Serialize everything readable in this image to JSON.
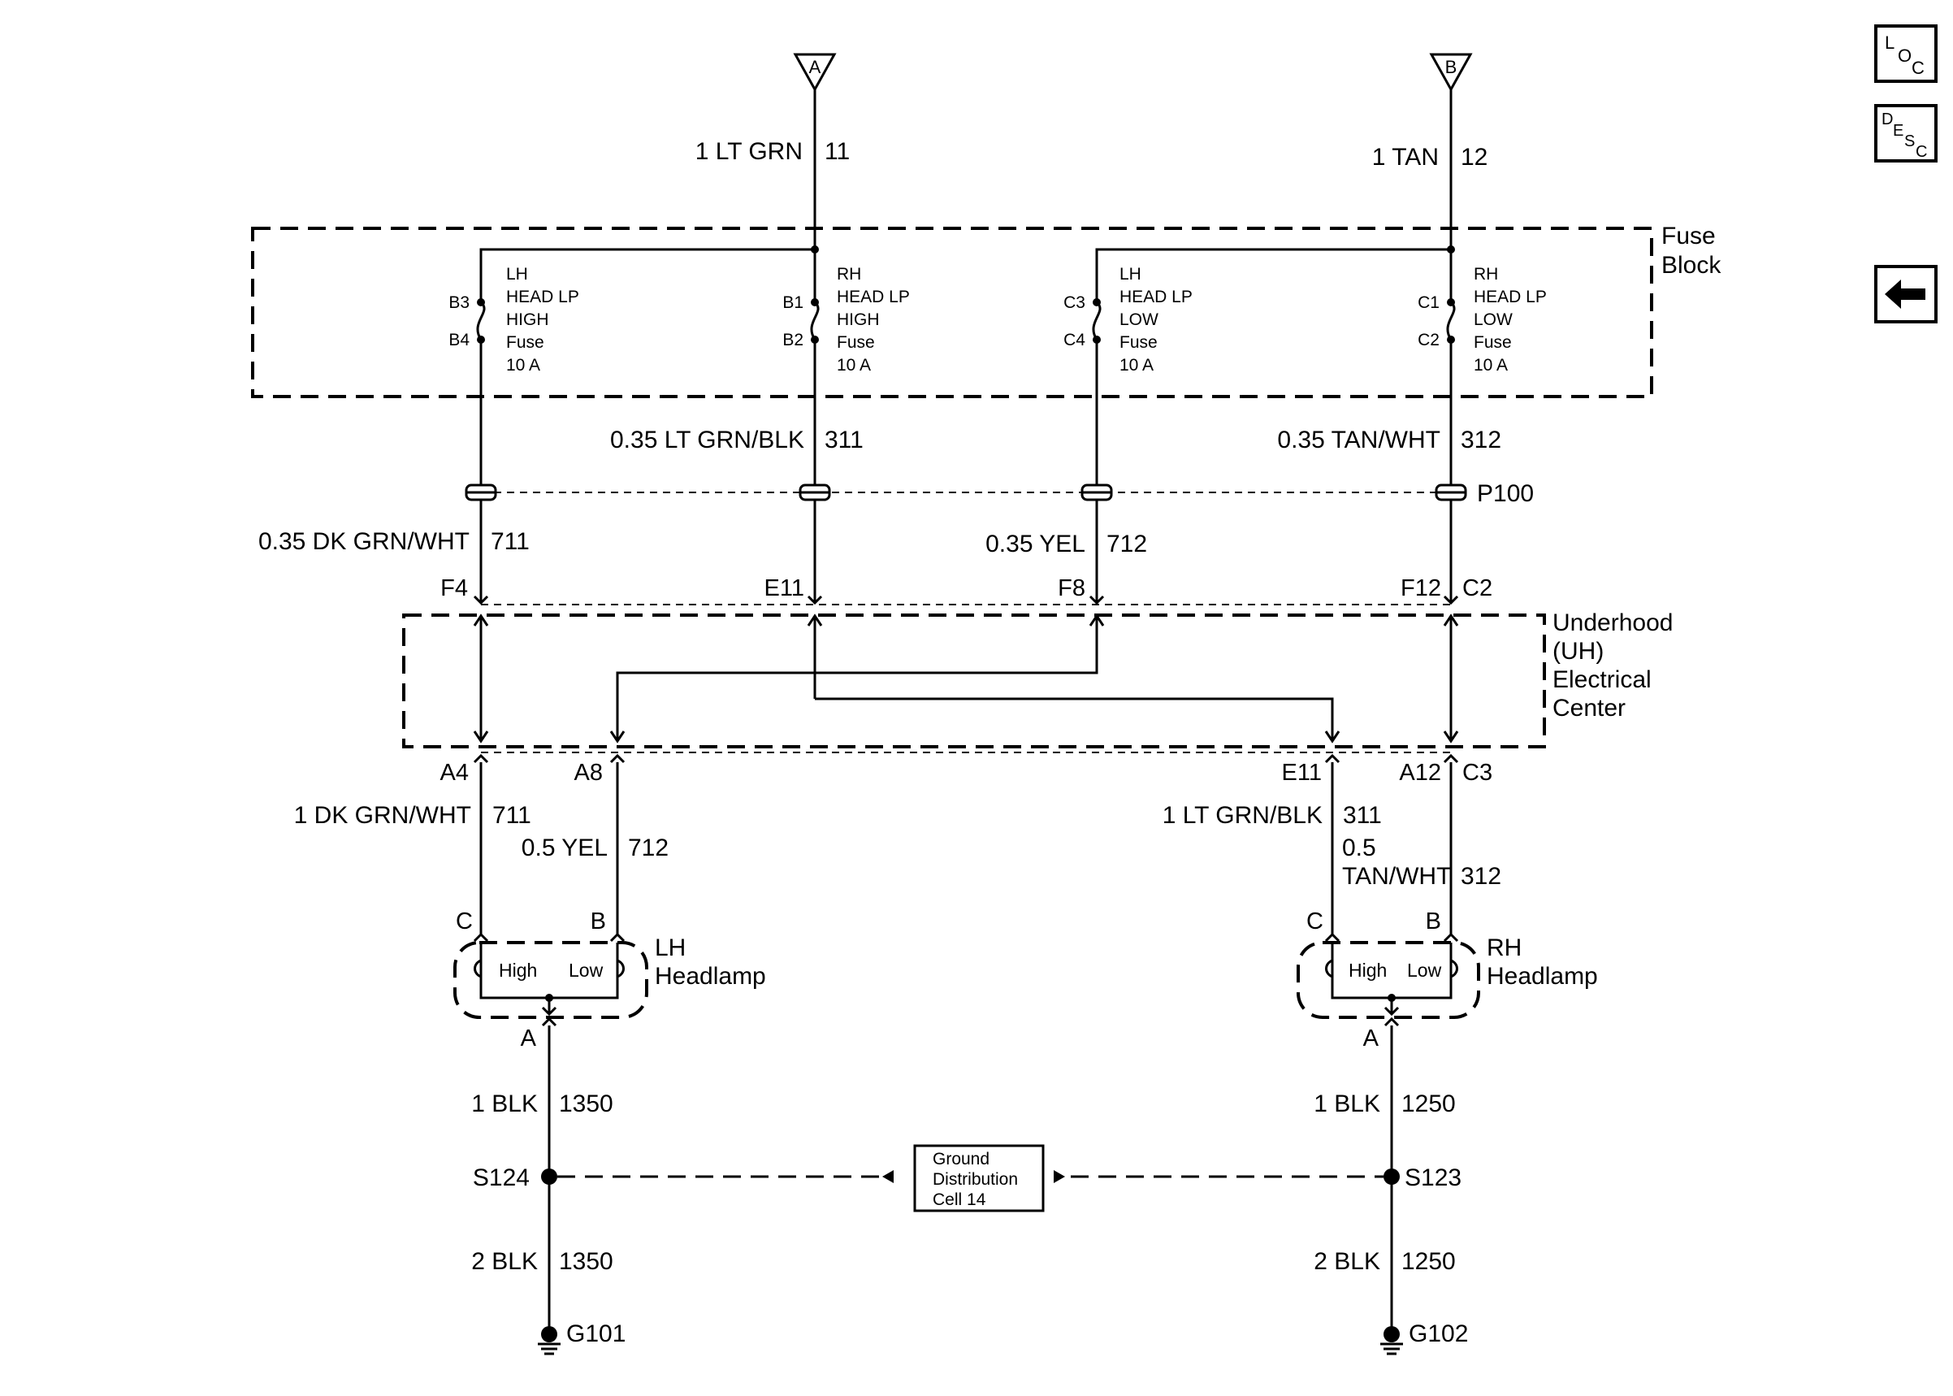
{
  "sources": {
    "a": "A",
    "b": "B"
  },
  "wires": {
    "feed_a_label": "1 LT GRN",
    "feed_a_circuit": "11",
    "feed_b_label": "1 TAN",
    "feed_b_circuit": "12",
    "w311_label": "0.35 LT GRN/BLK",
    "w311_circuit": "311",
    "w312_label": "0.35 TAN/WHT",
    "w312_circuit": "312",
    "w711_label": "0.35 DK GRN/WHT",
    "w711_circuit": "711",
    "w712_label": "0.35 YEL",
    "w712_circuit": "712",
    "lh_c_label": "1 DK GRN/WHT",
    "lh_c_circuit": "711",
    "lh_b_label": "0.5 YEL",
    "lh_b_circuit": "712",
    "rh_c_label": "1 LT GRN/BLK",
    "rh_c_circuit": "311",
    "rh_b_label_1": "0.5",
    "rh_b_label_2": "TAN/WHT",
    "rh_b_circuit": "312",
    "lh_gnd1_label": "1 BLK",
    "lh_gnd1_circuit": "1350",
    "rh_gnd1_label": "1 BLK",
    "rh_gnd1_circuit": "1250",
    "lh_gnd2_label": "2 BLK",
    "lh_gnd2_circuit": "1350",
    "rh_gnd2_label": "2 BLK",
    "rh_gnd2_circuit": "1250"
  },
  "fuse_block": {
    "title_1": "Fuse",
    "title_2": "Block",
    "fuses": [
      {
        "pin_in": "B3",
        "pin_out": "B4",
        "lines": [
          "LH",
          "HEAD LP",
          "HIGH",
          "Fuse",
          "10 A"
        ]
      },
      {
        "pin_in": "B1",
        "pin_out": "B2",
        "lines": [
          "RH",
          "HEAD LP",
          "HIGH",
          "Fuse",
          "10 A"
        ]
      },
      {
        "pin_in": "C3",
        "pin_out": "C4",
        "lines": [
          "LH",
          "HEAD LP",
          "LOW",
          "Fuse",
          "10 A"
        ]
      },
      {
        "pin_in": "C1",
        "pin_out": "C2",
        "lines": [
          "RH",
          "HEAD LP",
          "LOW",
          "Fuse",
          "10 A"
        ]
      }
    ]
  },
  "connector_p100": "P100",
  "uh_center": {
    "title_lines": [
      "Underhood",
      "(UH)",
      "Electrical",
      "Center"
    ],
    "top_pins": [
      "F4",
      "E11",
      "F8",
      "F12",
      "C2"
    ],
    "bottom_pins": [
      "A4",
      "A8",
      "E11",
      "A12",
      "C3"
    ]
  },
  "lh_headlamp": {
    "title_1": "LH",
    "title_2": "Headlamp",
    "pin_c": "C",
    "pin_b": "B",
    "pin_a": "A",
    "high": "High",
    "low": "Low"
  },
  "rh_headlamp": {
    "title_1": "RH",
    "title_2": "Headlamp",
    "pin_c": "C",
    "pin_b": "B",
    "pin_a": "A",
    "high": "High",
    "low": "Low"
  },
  "splices": {
    "lh": "S124",
    "rh": "S123"
  },
  "grounds": {
    "lh": "G101",
    "rh": "G102"
  },
  "ground_distribution": {
    "lines": [
      "Ground",
      "Distribution",
      "Cell 14"
    ]
  },
  "nav": {
    "loc": [
      "L",
      "O",
      "C"
    ],
    "desc": [
      "D",
      "E",
      "S",
      "C"
    ]
  }
}
